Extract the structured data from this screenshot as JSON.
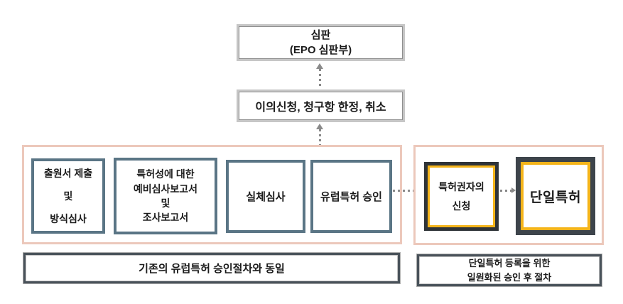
{
  "colors": {
    "container_border": "#ecc8bb",
    "step_border": "#5a7585",
    "gold": "#f4b41a",
    "dark_request": "#2f3438",
    "dark_unitary": "#3d444b",
    "caption_border": "#49525a",
    "top_box_outer": "#c6c6c6",
    "top_box_inner": "#8f8f8f",
    "arrow": "#8a8a8a",
    "text": "#1b1b1b"
  },
  "appeal_box": {
    "line1": "심판",
    "line2": "(EPO 심판부)"
  },
  "opposition_box": {
    "label": "이의신청, 청구항 한정, 취소"
  },
  "left_group": {
    "steps": [
      {
        "lines": [
          "출원서 제출",
          "및",
          "방식심사"
        ]
      },
      {
        "lines": [
          "특허성에 대한",
          "예비심사보고서",
          "및",
          "조사보고서"
        ]
      },
      {
        "lines": [
          "실체심사"
        ]
      },
      {
        "lines": [
          "유럽특허 승인"
        ]
      }
    ],
    "caption": "기존의 유럽특허 승인절차와 동일"
  },
  "right_group": {
    "request_box": {
      "line1": "특허권자의",
      "line2": "신청"
    },
    "unitary_box": {
      "label": "단일특허"
    },
    "caption_line1": "단일특허 등록을 위한",
    "caption_line2": "일원화된 승인 후 절차"
  }
}
